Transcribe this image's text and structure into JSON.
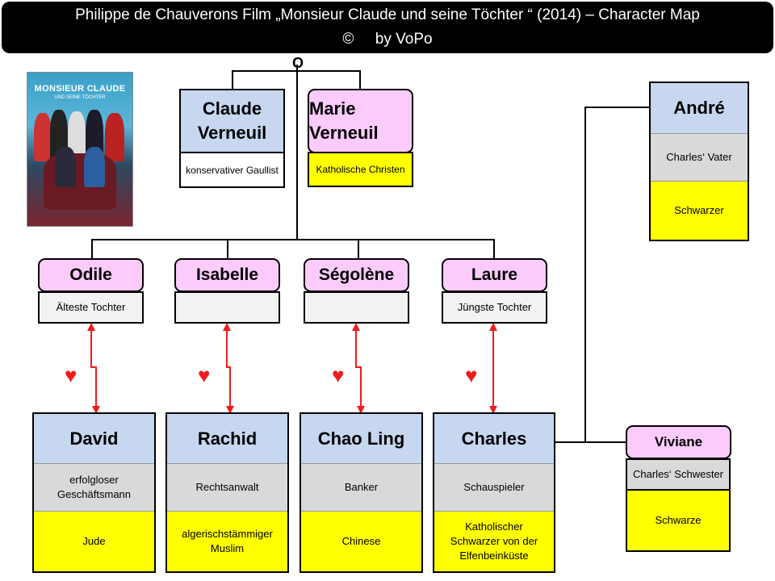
{
  "title": {
    "line1": "Philippe de Chauverons Film „Monsieur Claude und seine Töchter “ (2014) – Character Map",
    "line2": "©     by VoPo"
  },
  "poster": {
    "title": "MONSIEUR CLAUDE",
    "subtitle": "UND SEINE TÖCHTER"
  },
  "marriage_marker": "O",
  "parents": {
    "claude": {
      "name": "Claude Verneuil",
      "desc": "konservativer Gaullist"
    },
    "marie": {
      "name": "Marie Verneuil",
      "desc": "Katholische Christen"
    }
  },
  "daughters": [
    {
      "name": "Odile",
      "desc": "Älteste Tochter"
    },
    {
      "name": "Isabelle",
      "desc": ""
    },
    {
      "name": "Ségolène",
      "desc": ""
    },
    {
      "name": "Laure",
      "desc": "Jüngste Tochter"
    }
  ],
  "husbands": [
    {
      "name": "David",
      "job": "erfolgloser Geschäftsmann",
      "origin": "Jude"
    },
    {
      "name": "Rachid",
      "job": "Rechtsanwalt",
      "origin": "algerischstämmiger Muslim"
    },
    {
      "name": "Chao Ling",
      "job": "Banker",
      "origin": "Chinese"
    },
    {
      "name": "Charles",
      "job": "Schauspieler",
      "origin": "Katholischer Schwarzer von der Elfenbeinküste"
    }
  ],
  "andre": {
    "name": "André",
    "desc": "Charles‘ Vater",
    "origin": "Schwarzer"
  },
  "viviane": {
    "name": "Viviane",
    "desc": "Charles‘ Schwester",
    "origin": "Schwarze"
  },
  "colors": {
    "parent_blue": "#c6d7ef",
    "female_pink": "#fbcbfb",
    "origin_yellow": "#ffff00",
    "desc_grey": "#d9d9d9",
    "heart_red": "#ee1c1c"
  },
  "icons": {
    "heart": "heart-icon"
  }
}
